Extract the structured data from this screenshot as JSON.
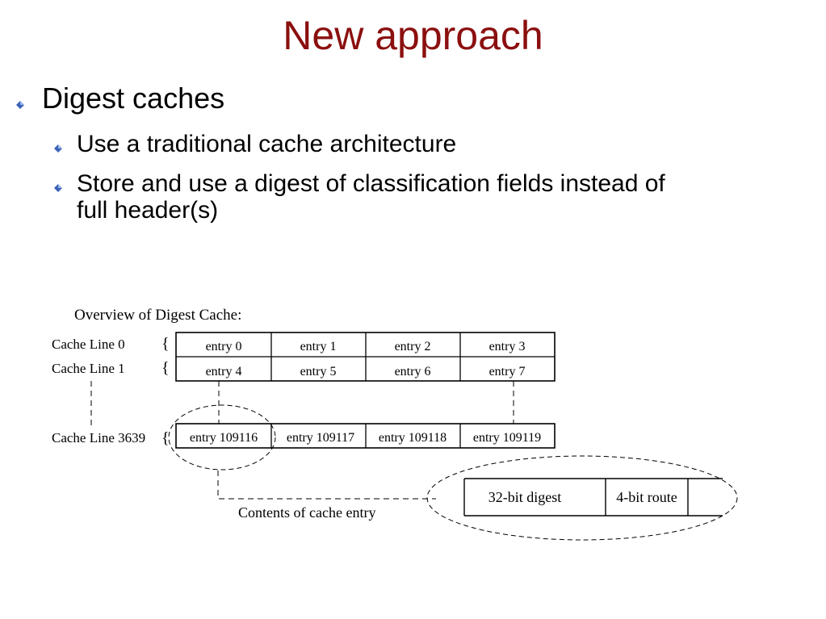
{
  "slide": {
    "title": "New approach",
    "bullets": [
      {
        "text": "Digest caches",
        "children": [
          "Use a traditional cache architecture",
          "Store and use a digest of classification fields instead of",
          "full header(s)"
        ]
      }
    ]
  },
  "diagram": {
    "heading": "Overview of Digest Cache:",
    "lines": [
      {
        "label": "Cache Line 0",
        "entries": [
          "entry 0",
          "entry 1",
          "entry 2",
          "entry 3"
        ]
      },
      {
        "label": "Cache Line 1",
        "entries": [
          "entry 4",
          "entry 5",
          "entry 6",
          "entry 7"
        ]
      },
      {
        "label": "Cache Line 3639",
        "entries": [
          "entry 109116",
          "entry 109117",
          "entry 109118",
          "entry 109119"
        ]
      }
    ],
    "brace": "{",
    "contents_label": "Contents of cache entry",
    "entry_fields": [
      "32-bit digest",
      "4-bit route"
    ]
  }
}
